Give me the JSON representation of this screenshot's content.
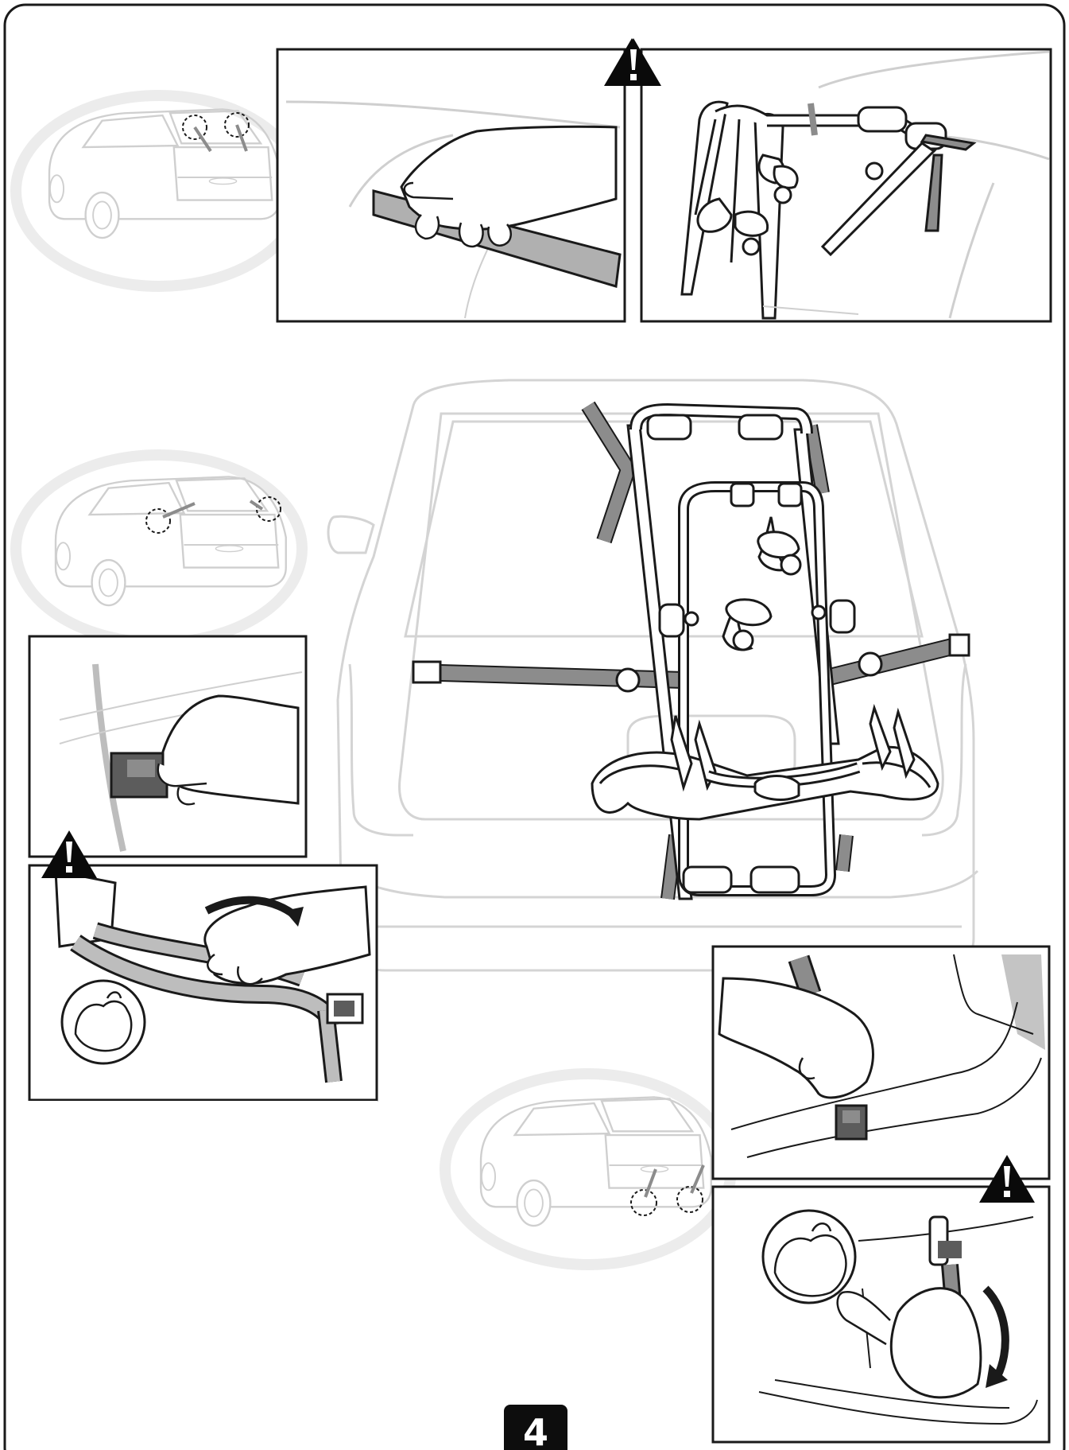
{
  "page": {
    "page_number": "4"
  },
  "icons": {
    "warning": "warning-triangle-icon",
    "rotate": "curved-arrow-icon"
  },
  "colors": {
    "line": "#1a1a1a",
    "strap": "#8c8c8c",
    "car_outline": "#cfcfcf",
    "inset_ellipse": "#ececec"
  },
  "steps": [
    {
      "id": "upper-strap-hook",
      "warning": true
    },
    {
      "id": "rack-top-hooks",
      "warning": true
    },
    {
      "id": "side-strap-hook",
      "warning": false
    },
    {
      "id": "tighten-side-strap",
      "warning": true
    },
    {
      "id": "lower-strap-hook",
      "warning": false
    },
    {
      "id": "tighten-lower-strap",
      "warning": true
    }
  ]
}
